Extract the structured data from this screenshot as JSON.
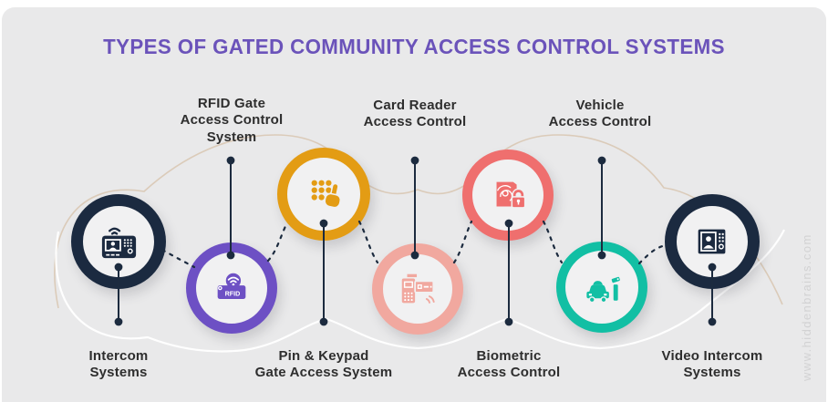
{
  "title": "TYPES OF GATED COMMUNITY ACCESS CONTROL SYSTEMS",
  "watermark": "www.hiddenbrains.com",
  "colors": {
    "background": "#e9e9ea",
    "title": "#6b53ba",
    "label_text": "#2e2e2e",
    "connector": "#1c2b3f",
    "wave_tan": "#d8c6b0",
    "wave_white": "#ffffff",
    "watermark": "#d2d2d3"
  },
  "nodes": [
    {
      "id": "intercom-systems",
      "label": "Intercom\nSystems",
      "label_position": "bottom",
      "icon": "intercom-icon",
      "color": "#1b2a40"
    },
    {
      "id": "rfid-gate",
      "label": "RFID Gate\nAccess Control\nSystem",
      "label_position": "top",
      "icon": "rfid-reader-icon",
      "color": "#6d50c4",
      "badge": "RFID"
    },
    {
      "id": "pin-keypad",
      "label": "Pin & Keypad\nGate Access System",
      "label_position": "bottom",
      "icon": "keypad-hand-icon",
      "color": "#e39c14"
    },
    {
      "id": "card-reader",
      "label": "Card Reader\nAccess Control",
      "label_position": "top",
      "icon": "card-reader-icon",
      "color": "#f1a89f"
    },
    {
      "id": "biometric",
      "label": "Biometric\nAccess Control",
      "label_position": "bottom",
      "icon": "fingerprint-lock-icon",
      "color": "#ef6f6e"
    },
    {
      "id": "vehicle",
      "label": "Vehicle\nAccess Control",
      "label_position": "top",
      "icon": "vehicle-gate-icon",
      "color": "#12bfa4"
    },
    {
      "id": "video-intercom",
      "label": "Video Intercom\nSystems",
      "label_position": "bottom",
      "icon": "video-intercom-icon",
      "color": "#1b2a40"
    }
  ]
}
